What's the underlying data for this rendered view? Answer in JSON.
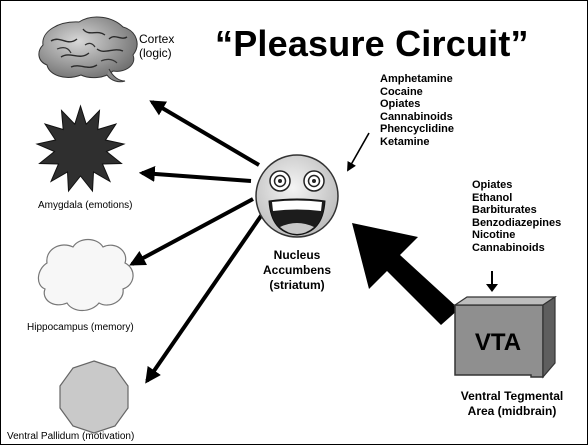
{
  "title": "“Pleasure Circuit”",
  "regions": {
    "cortex": {
      "name": "Cortex",
      "detail": "(logic)"
    },
    "amygdala": "Amygdala (emotions)",
    "hippocampus": "Hippocampus (memory)",
    "pallidum": "Ventral Pallidum (motivation)",
    "nucleus": {
      "line1": "Nucleus",
      "line2": "Accumbens",
      "line3": "(striatum)"
    },
    "vta": {
      "box": "VTA",
      "line1": "Ventral Tegmental",
      "line2": "Area (midbrain)"
    }
  },
  "drugs_nucleus": [
    "Amphetamine",
    "Cocaine",
    "Opiates",
    "Cannabinoids",
    "Phencyclidine",
    "Ketamine"
  ],
  "drugs_vta": [
    "Opiates",
    "Ethanol",
    "Barbiturates",
    "Benzodiazepines",
    "Nicotine",
    "Cannabinoids"
  ]
}
